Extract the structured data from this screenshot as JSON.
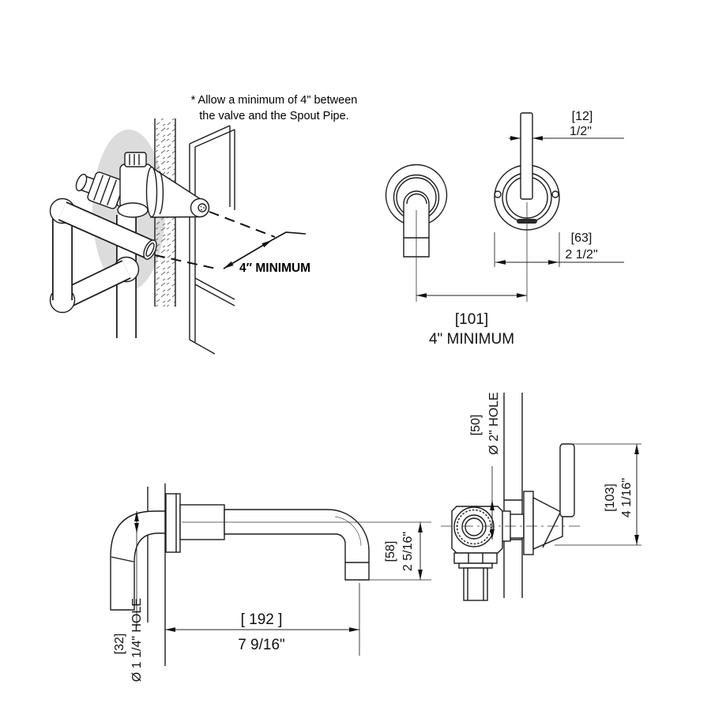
{
  "colors": {
    "background": "#ffffff",
    "line": "#1c1c1c",
    "wall_shade": "#dcdcdc"
  },
  "note": {
    "line1": "* Allow a minimum of  4\" between",
    "line2": "the valve and the Spout Pipe."
  },
  "installation_view": {
    "min_distance_label": "4″ MINIMUM"
  },
  "front_view": {
    "handle_width": {
      "mm": "[12]",
      "inch": "1/2\""
    },
    "escutcheon_diameter": {
      "mm": "[63]",
      "inch": "2 1/2\""
    },
    "center_spacing": {
      "mm": "[101]",
      "inch": "4\" MINIMUM"
    }
  },
  "spout_side_view": {
    "projection": {
      "mm": "[ 192 ]",
      "inch": "7 9/16\""
    },
    "drop": {
      "mm": "[58]",
      "inch": "2 5/16\""
    },
    "wall_hole": {
      "mm": "[32]",
      "label": "Ø 1 1/4\" HOLE"
    }
  },
  "valve_side_view": {
    "overall_height": {
      "mm": "[103]",
      "inch": "4 1/16\""
    },
    "wall_hole": {
      "mm": "[50]",
      "label": "Ø 2\" HOLE"
    }
  }
}
